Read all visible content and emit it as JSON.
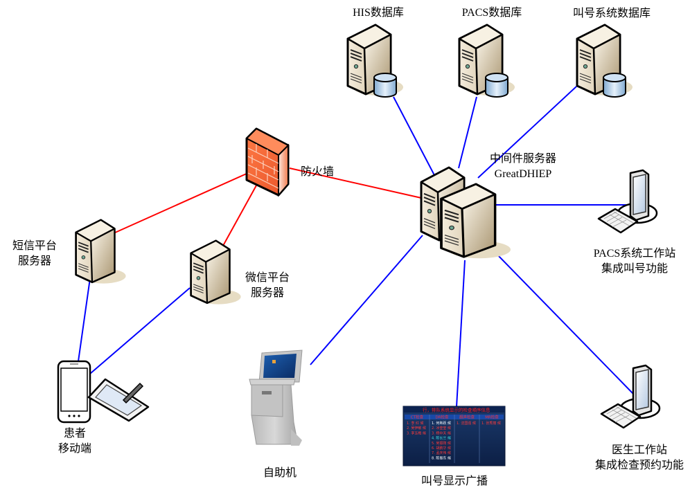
{
  "diagram": {
    "title": "",
    "colors": {
      "external_link": "#ff0000",
      "internal_link": "#0000ff",
      "server_body": "#e8dcc4",
      "server_shade": "#b9a787",
      "firewall": "#f26a3d",
      "db_cylinder": "#9cc3e6",
      "screen": "#dbe7f5"
    },
    "nodes": {
      "his_db": {
        "label": "HIS数据库",
        "icon": "database-server-icon"
      },
      "pacs_db": {
        "label": "PACS数据库",
        "icon": "database-server-icon"
      },
      "queue_db": {
        "label": "叫号系统数据库",
        "icon": "database-server-icon"
      },
      "middleware": {
        "label_line1": "中间件服务器",
        "label_line2": "GreatDHIEP",
        "icon": "server-cluster-icon"
      },
      "firewall": {
        "label": "防火墙",
        "icon": "firewall-icon"
      },
      "sms": {
        "label_line1": "短信平台",
        "label_line2": "服务器",
        "icon": "server-icon"
      },
      "wechat": {
        "label_line1": "微信平台",
        "label_line2": "服务器",
        "icon": "server-icon"
      },
      "patient": {
        "label_line1": "患者",
        "label_line2": "移动端",
        "icon": "mobile-tablet-icon"
      },
      "kiosk": {
        "label": "自助机",
        "icon": "kiosk-icon"
      },
      "display": {
        "label": "叫号显示广播",
        "icon": "queue-display-icon"
      },
      "pacs_ws": {
        "label_line1": "PACS系统工作站",
        "label_line2": "集成叫号功能",
        "icon": "workstation-icon"
      },
      "doctor_ws": {
        "label_line1": "医生工作站",
        "label_line2": "集成检查预约功能",
        "icon": "workstation-icon"
      }
    },
    "edges": [
      {
        "from": "his_db",
        "to": "middleware",
        "type": "internal"
      },
      {
        "from": "pacs_db",
        "to": "middleware",
        "type": "internal"
      },
      {
        "from": "queue_db",
        "to": "middleware",
        "type": "internal"
      },
      {
        "from": "firewall",
        "to": "middleware",
        "type": "external"
      },
      {
        "from": "firewall",
        "to": "sms",
        "type": "external"
      },
      {
        "from": "firewall",
        "to": "wechat",
        "type": "external"
      },
      {
        "from": "sms",
        "to": "patient",
        "type": "internal"
      },
      {
        "from": "wechat",
        "to": "patient",
        "type": "internal"
      },
      {
        "from": "middleware",
        "to": "kiosk",
        "type": "internal"
      },
      {
        "from": "middleware",
        "to": "display",
        "type": "internal"
      },
      {
        "from": "middleware",
        "to": "pacs_ws",
        "type": "internal"
      },
      {
        "from": "middleware",
        "to": "doctor_ws",
        "type": "internal"
      }
    ],
    "display_screen": {
      "header": "行，排队系统显示的检查顺序信息",
      "columns": [
        "CT检查",
        "DR检查",
        "超声检查",
        "MR检查"
      ],
      "col1_rows": [
        "1. 李 红 候",
        "2. 吴伊敏 候",
        "3. 李玉梅 候"
      ],
      "col2_rows": [
        "1. 何希跃 候",
        "2. 冰莹莹 候",
        "3. 杨中天 候",
        "4. 陈长兰 候",
        "5. 吴振刚 候",
        "6. 胡鹏华 候",
        "7. 孟庆伟 候",
        "8. 陈振东 候"
      ],
      "col3_rows": [
        "1. 沈国强 候"
      ],
      "col4_rows": [
        "1. 张秀丽 候"
      ]
    }
  }
}
